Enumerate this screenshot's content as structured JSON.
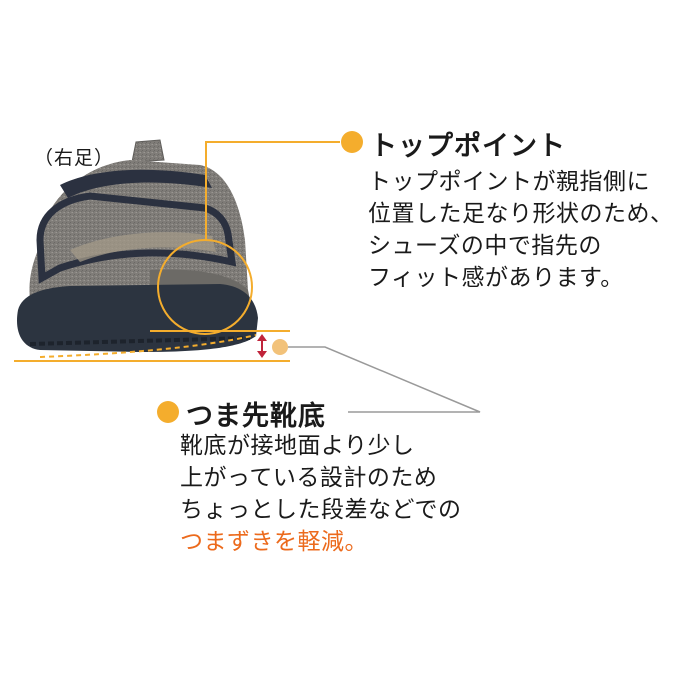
{
  "side_label": "（右足）",
  "top_point": {
    "title": "トップポイント",
    "lines": [
      "トップポイントが親指側に",
      "位置した足なり形状のため、",
      "シューズの中で指先の",
      "フィット感があります。"
    ]
  },
  "toe_sole": {
    "title": "つま先靴底",
    "lines": [
      "靴底が接地面より少し",
      "上がっている設計のため",
      "ちょっとした段差などでの"
    ],
    "highlight": "つまずきを軽減。"
  },
  "colors": {
    "accent_orange": "#ec6a1c",
    "bullet_yellow": "#f4ad2d",
    "guide_line": "#f4ad2d",
    "leader_gray": "#9a9a9a",
    "arrow_red": "#c0243b",
    "shoe_upper": "#7d7b77",
    "shoe_sole": "#2c3440"
  },
  "icons": {
    "bullet": "yellow-dot",
    "height_indicator": "double-arrow-vertical"
  }
}
